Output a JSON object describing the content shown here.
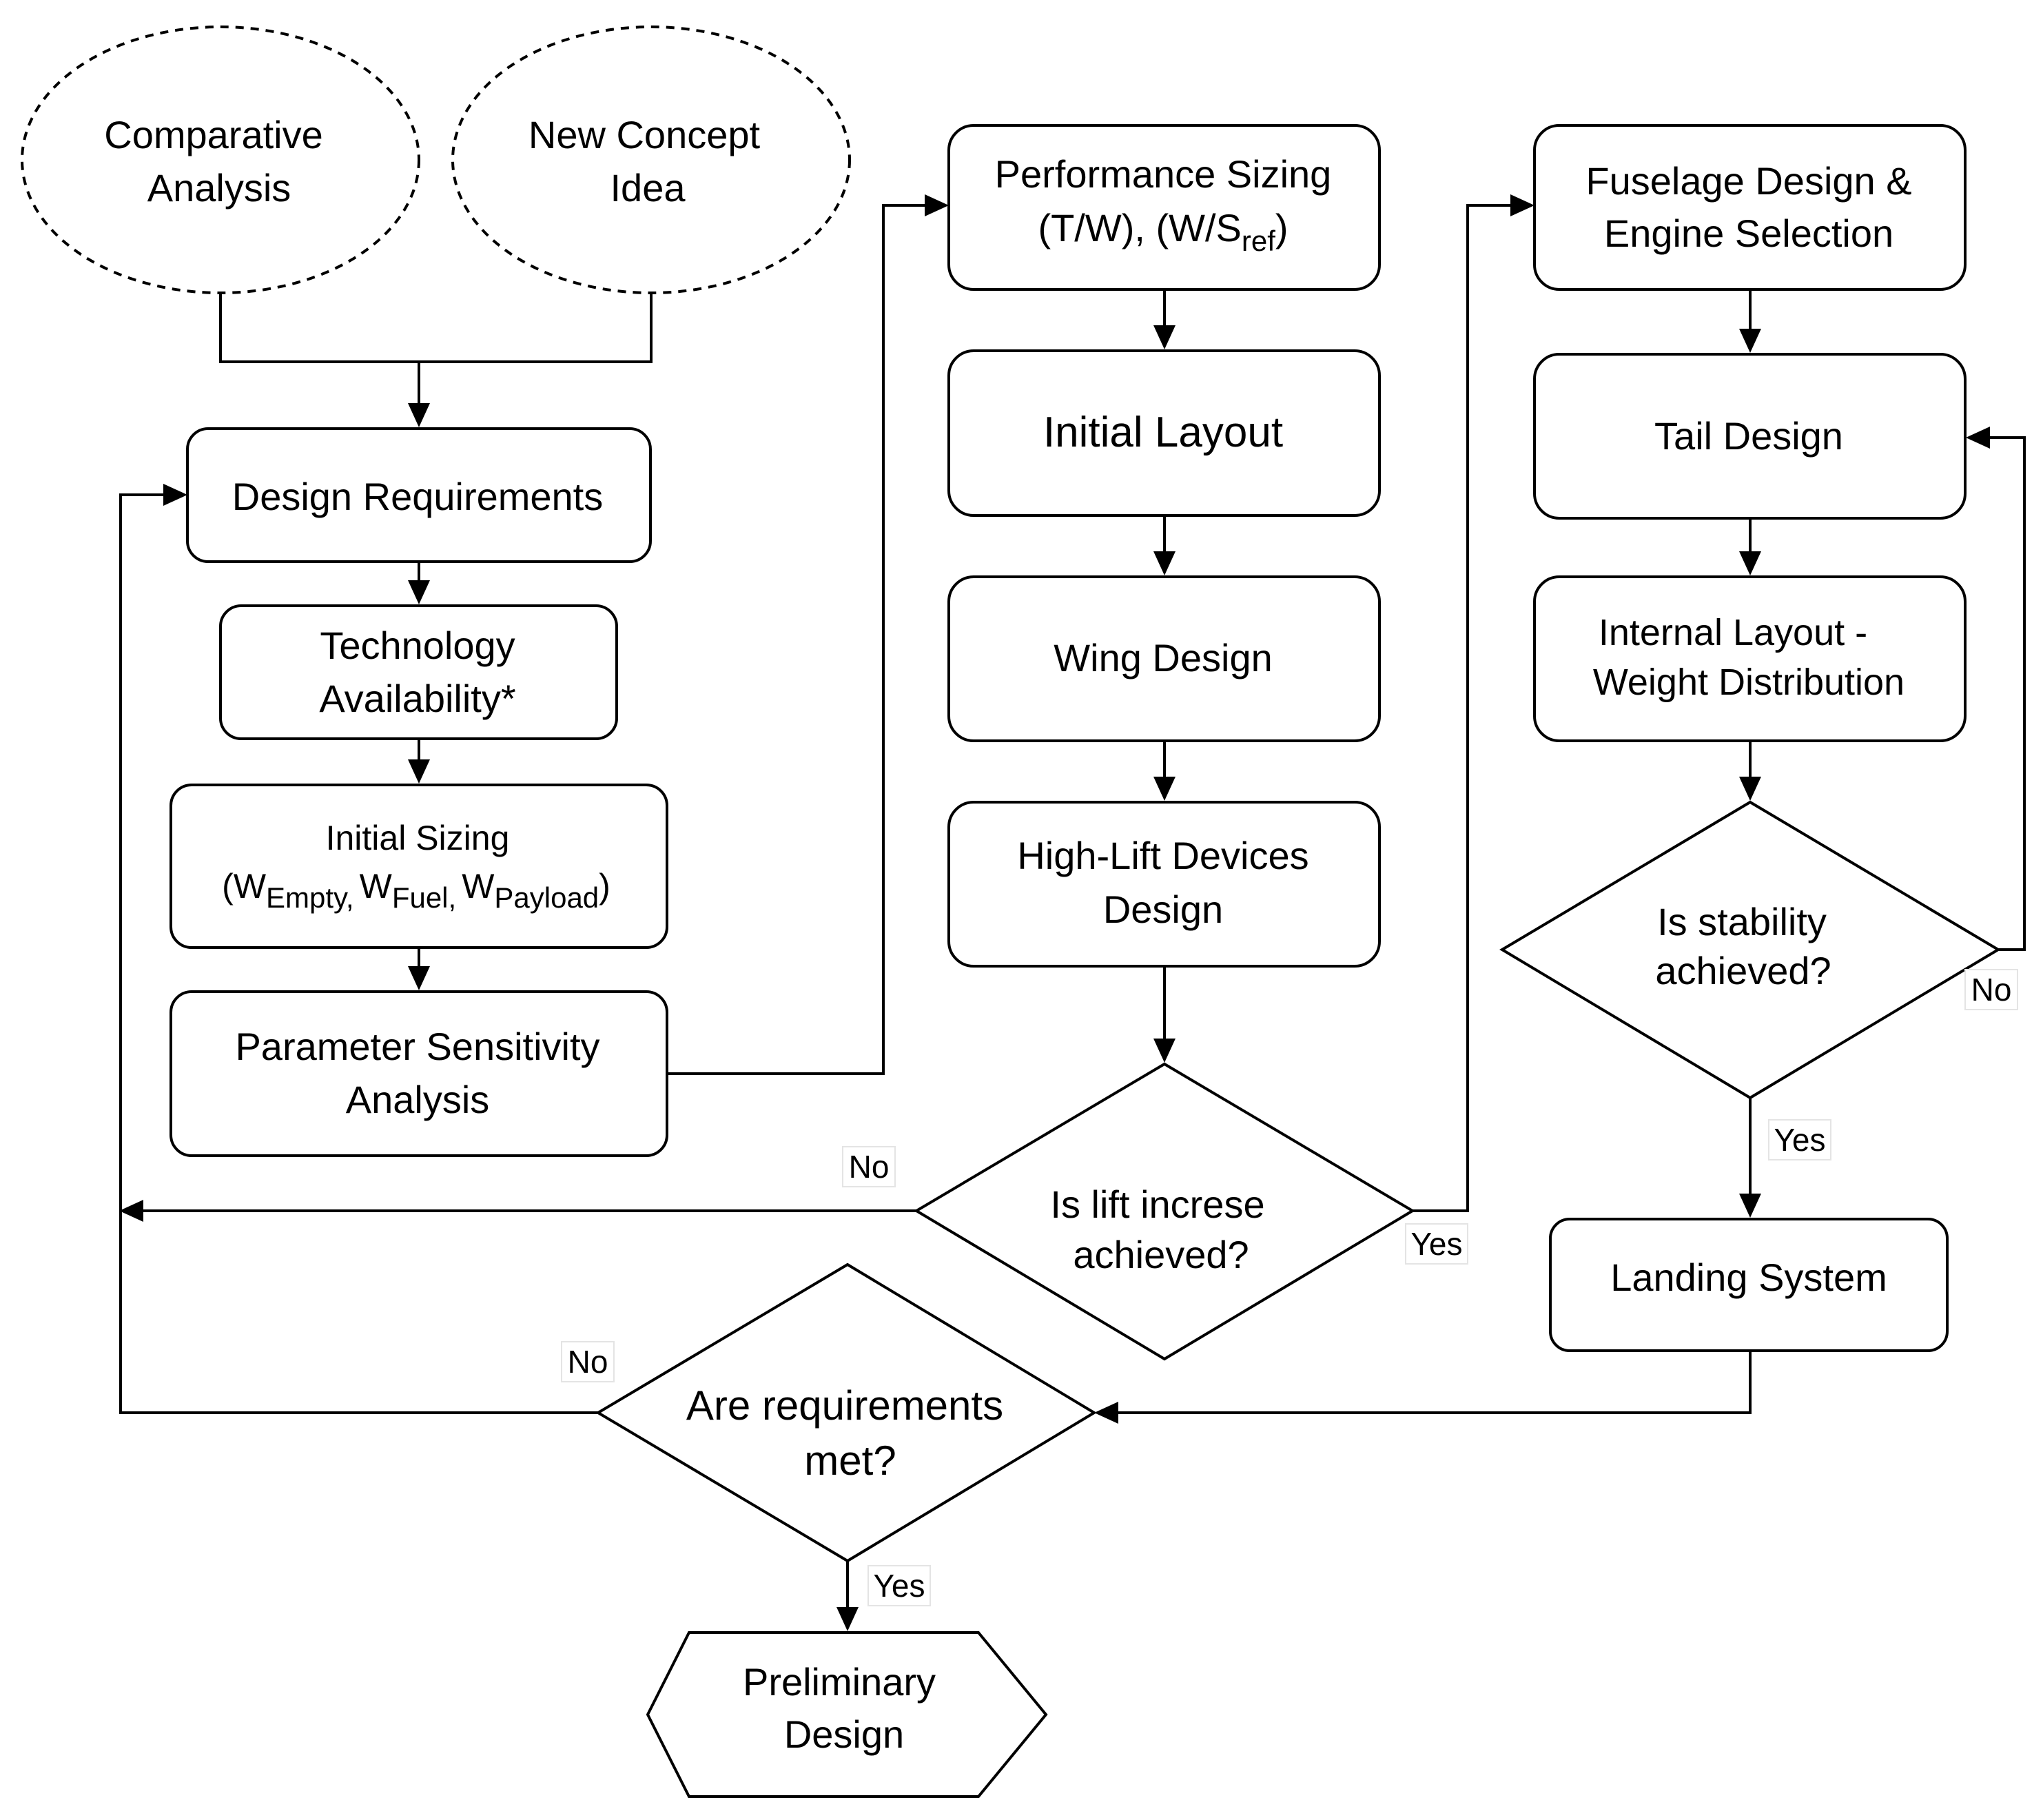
{
  "nodes": {
    "comparative_analysis": [
      "Comparative",
      "Analysis"
    ],
    "new_concept_idea": [
      "New Concept",
      "Idea"
    ],
    "design_requirements": "Design Requirements",
    "technology_availability": [
      "Technology",
      "Availability*"
    ],
    "initial_sizing": {
      "line1": "Initial Sizing",
      "open_paren": "(",
      "w1": "W",
      "w1_sub": "Empty,",
      "w2": "W",
      "w2_sub": "Fuel,",
      "w3": "W",
      "w3_sub": "Payload",
      "close_paren": ")"
    },
    "parameter_sensitivity": [
      "Parameter Sensitivity",
      "Analysis"
    ],
    "performance_sizing": {
      "line1": "Performance Sizing",
      "line2_main": "(T/W), (W/S",
      "line2_sub": "ref",
      "line2_end": ")"
    },
    "initial_layout": "Initial Layout",
    "wing_design": "Wing Design",
    "high_lift_design": [
      "High-Lift Devices",
      "Design"
    ],
    "lift_decision": [
      "Is lift increse",
      "achieved?"
    ],
    "fuselage_engine": [
      "Fuselage Design &",
      "Engine Selection"
    ],
    "tail_design": "Tail Design",
    "internal_layout": [
      "Internal Layout -",
      "Weight Distribution"
    ],
    "stability_decision": [
      "Is stability",
      "achieved?"
    ],
    "landing_system": "Landing System",
    "requirements_decision": [
      "Are requirements",
      "met?"
    ],
    "preliminary_design": [
      "Preliminary",
      "Design"
    ]
  },
  "edge_labels": {
    "lift_no": "No",
    "lift_yes": "Yes",
    "stability_no": "No",
    "stability_yes": "Yes",
    "requirements_no": "No",
    "requirements_yes": "Yes"
  }
}
